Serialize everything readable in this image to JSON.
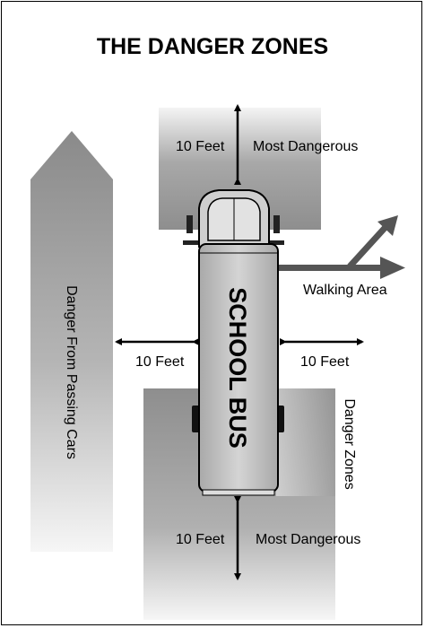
{
  "title": "THE DANGER ZONES",
  "labels": {
    "front_distance": "10 Feet",
    "front_zone": "Most Dangerous",
    "walking_area": "Walking Area",
    "left_distance": "10 Feet",
    "right_distance": "10 Feet",
    "passing_cars": "Danger From Passing Cars",
    "danger_zones": "Danger Zones",
    "rear_distance": "10 Feet",
    "rear_zone": "Most Dangerous",
    "bus": "SCHOOL BUS"
  },
  "colors": {
    "zone_gray": "#9a9a9a",
    "bus_gray": "#bdbdbd",
    "ink": "#000000"
  }
}
